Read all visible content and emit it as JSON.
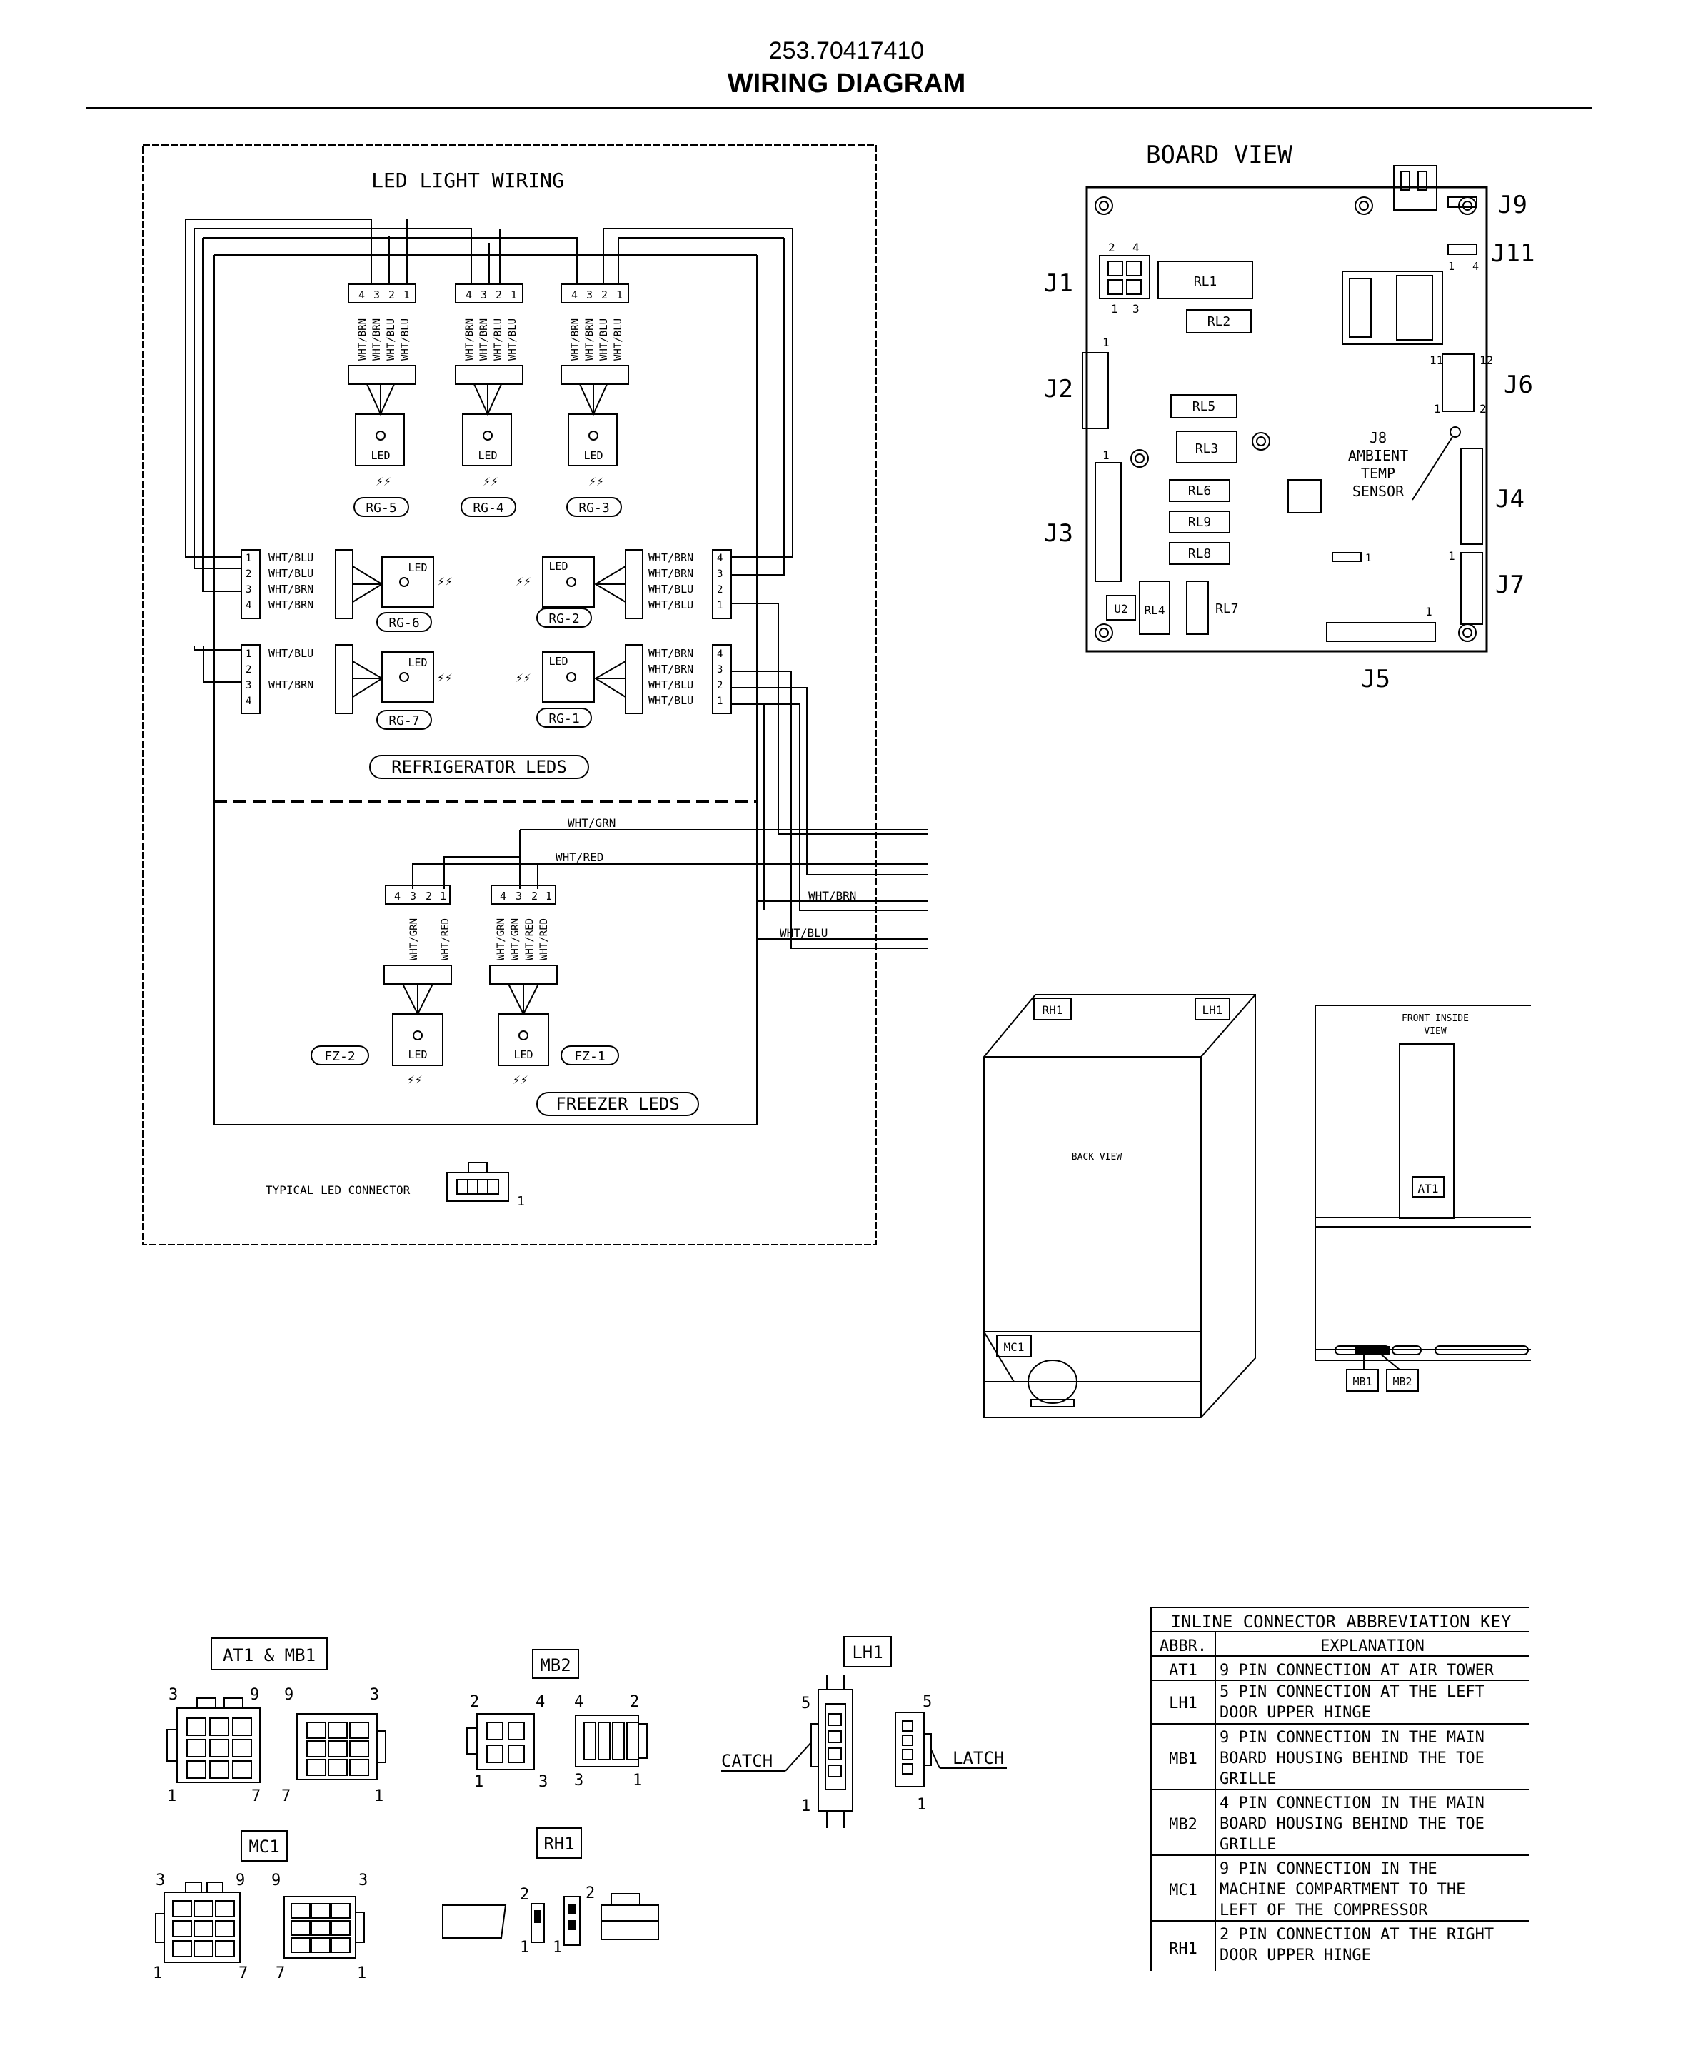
{
  "header": {
    "doc_number": "253.70417410",
    "title": "WIRING DIAGRAM"
  },
  "led_panel": {
    "title": "LED LIGHT WIRING",
    "top_wires": [
      "WHT/BRN",
      "WHT/BRN",
      "WHT/BLU",
      "WHT/BLU"
    ],
    "pins_desc": [
      "4",
      "3",
      "2",
      "1"
    ],
    "pins_asc": [
      "1",
      "2",
      "3",
      "4"
    ],
    "led": "LED",
    "rg5": "RG-5",
    "rg4": "RG-4",
    "rg3": "RG-3",
    "rg6": "RG-6",
    "rg2": "RG-2",
    "rg7": "RG-7",
    "rg1": "RG-1",
    "rg6_wires": [
      "WHT/BLU",
      "WHT/BLU",
      "WHT/BRN",
      "WHT/BRN"
    ],
    "rg7_wires": [
      "WHT/BLU",
      "WHT/BRN"
    ],
    "rg2_wires": [
      "WHT/BRN",
      "WHT/BRN",
      "WHT/BLU",
      "WHT/BLU"
    ],
    "rg1_wires": [
      "WHT/BRN",
      "WHT/BRN",
      "WHT/BLU",
      "WHT/BLU"
    ],
    "refrigerator_leds": "REFRIGERATOR LEDS",
    "freezer_leds": "FREEZER LEDS",
    "fz2": "FZ-2",
    "fz1": "FZ-1",
    "fz2_wires": [
      "WHT/GRN",
      "WHT/RED"
    ],
    "fz1_wires": [
      "WHT/GRN",
      "WHT/GRN",
      "WHT/RED",
      "WHT/RED"
    ],
    "wire_grn": "WHT/GRN",
    "wire_red": "WHT/RED",
    "wire_brn": "WHT/BRN",
    "wire_blu": "WHT/BLU",
    "typical_connector": "TYPICAL LED CONNECTOR",
    "typical_pin": "1"
  },
  "board": {
    "title": "BOARD VIEW",
    "j1": "J1",
    "j2": "J2",
    "j3": "J3",
    "j4": "J4",
    "j5": "J5",
    "j6": "J6",
    "j7": "J7",
    "j9": "J9",
    "j11": "J11",
    "j8_lines": [
      "J8",
      "AMBIENT",
      "TEMP",
      "SENSOR"
    ],
    "relays": {
      "rl1": "RL1",
      "rl2": "RL2",
      "rl3": "RL3",
      "rl4": "RL4",
      "rl5": "RL5",
      "rl6": "RL6",
      "rl7": "RL7",
      "rl8": "RL8",
      "rl9": "RL9"
    },
    "u2": "U2",
    "pins": {
      "p1": "1",
      "p2": "2",
      "p3": "3",
      "p4": "4",
      "p11": "11",
      "p12": "12"
    }
  },
  "views": {
    "back_view": "BACK VIEW",
    "front_inside_lines": [
      "FRONT INSIDE",
      "VIEW"
    ],
    "rh1": "RH1",
    "lh1": "LH1",
    "mc1": "MC1",
    "at1": "AT1",
    "mb1": "MB1",
    "mb2": "MB2"
  },
  "connectors": {
    "at1_mb1": "AT1 & MB1",
    "mb2": "MB2",
    "lh1": "LH1",
    "mc1": "MC1",
    "rh1": "RH1",
    "catch": "CATCH",
    "latch": "LATCH",
    "n1": "1",
    "n2": "2",
    "n3": "3",
    "n4": "4",
    "n5": "5",
    "n7": "7",
    "n9": "9"
  },
  "key_table": {
    "title": "INLINE CONNECTOR ABBREVIATION KEY",
    "col_abbr": "ABBR.",
    "col_expl": "EXPLANATION",
    "rows": [
      {
        "abbr": "AT1",
        "lines": [
          "9 PIN CONNECTION AT AIR TOWER"
        ]
      },
      {
        "abbr": "LH1",
        "lines": [
          "5 PIN CONNECTION AT THE LEFT",
          "DOOR UPPER HINGE"
        ]
      },
      {
        "abbr": "MB1",
        "lines": [
          "9 PIN CONNECTION IN THE MAIN",
          "BOARD HOUSING BEHIND THE TOE",
          "GRILLE"
        ]
      },
      {
        "abbr": "MB2",
        "lines": [
          "4 PIN CONNECTION IN THE MAIN",
          "BOARD HOUSING BEHIND THE TOE",
          "GRILLE"
        ]
      },
      {
        "abbr": "MC1",
        "lines": [
          "9 PIN CONNECTION IN THE",
          "MACHINE COMPARTMENT TO THE",
          "LEFT OF THE COMPRESSOR"
        ]
      },
      {
        "abbr": "RH1",
        "lines": [
          "2 PIN CONNECTION AT THE RIGHT",
          "DOOR UPPER HINGE"
        ]
      }
    ]
  }
}
